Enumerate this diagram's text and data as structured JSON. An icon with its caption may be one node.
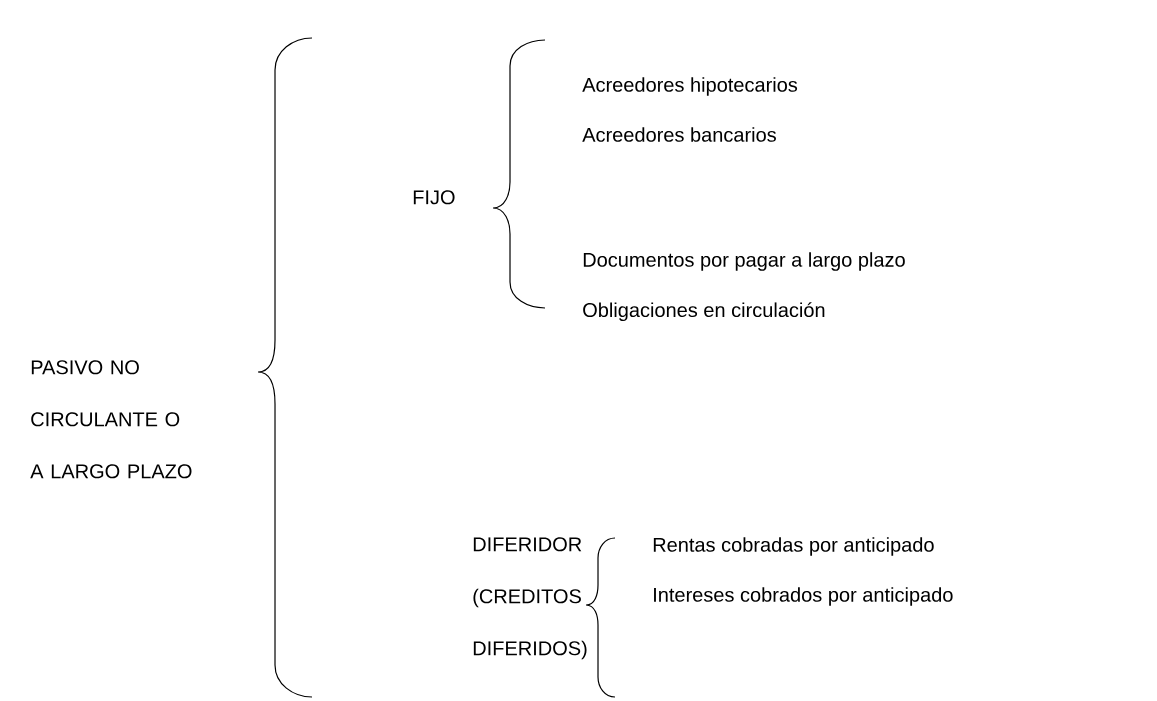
{
  "diagram": {
    "labels": [
      "PASIVO NO CIRCULANTE O A LARGO PLAZO",
      "FIJO",
      "Acreedores hipotecarios",
      "Acreedores bancarios",
      "Documentos por pagar a largo plazo",
      "Obligaciones en circulación",
      "DIFERIDOR (CREDITOS DIFERIDOS)",
      "Rentas cobradas por anticipado",
      "Intereses cobrados por anticipado"
    ]
  }
}
